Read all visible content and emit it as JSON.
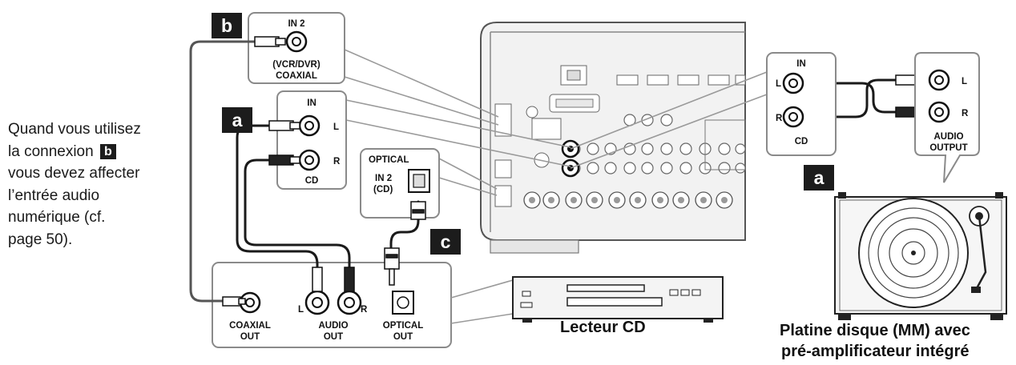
{
  "note": {
    "line1": "Quand vous utilisez",
    "line2": "la connexion",
    "badge": "b",
    "line3": "vous devez affecter",
    "line4": "l’entrée audio",
    "line5": "numérique (cf.",
    "line6": "page 50)."
  },
  "badges": {
    "a_left": "a",
    "b_top": "b",
    "c": "c",
    "a_right": "a"
  },
  "panel_in2_coaxial": {
    "title": "IN 2",
    "sub1": "(VCR/DVR)",
    "sub2": "COAXIAL"
  },
  "panel_cd_in": {
    "title": "IN",
    "left": "L",
    "right": "R",
    "name": "CD"
  },
  "panel_optical": {
    "title": "OPTICAL",
    "sub1": "IN 2",
    "sub2": "(CD)"
  },
  "panel_cd_out": {
    "coaxial1": "COAXIAL",
    "coaxial2": "OUT",
    "audio1": "AUDIO",
    "audio2": "OUT",
    "optical1": "OPTICAL",
    "optical2": "OUT",
    "left": "L",
    "right": "R"
  },
  "panel_cd_right": {
    "title": "IN",
    "left": "L",
    "right": "R",
    "name": "CD"
  },
  "panel_turntable_out": {
    "left": "L",
    "right": "R",
    "out1": "AUDIO",
    "out2": "OUTPUT"
  },
  "captions": {
    "cd_player": "Lecteur CD",
    "turntable1": "Platine disque (MM) avec",
    "turntable2": "pré-amplificateur intégré"
  },
  "colors": {
    "badge": "#1c1c1c",
    "panel_border": "#8a8a8a",
    "cable": "#1a1a1a",
    "device": "#e8e8e8"
  }
}
